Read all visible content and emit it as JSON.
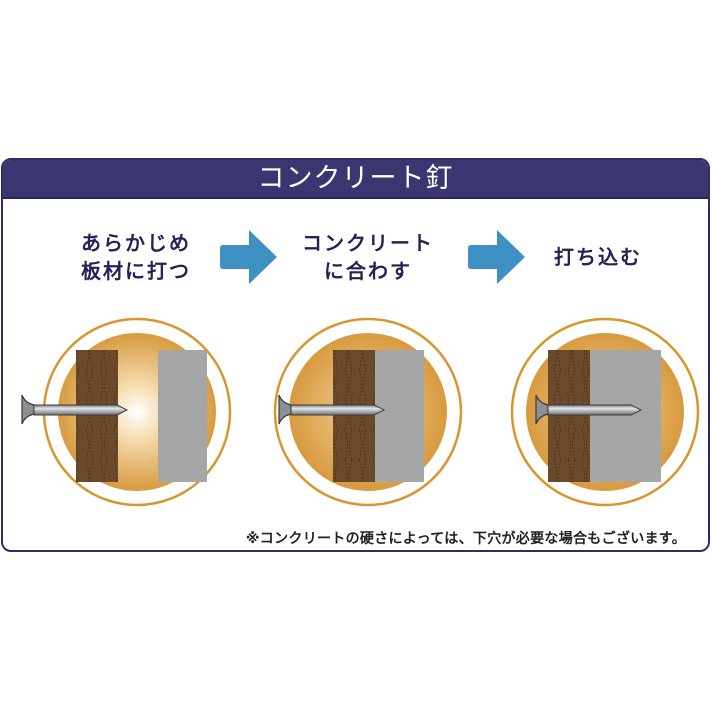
{
  "panel": {
    "title": "コンクリート釘",
    "colors": {
      "header_bg": "#3a3670",
      "border": "#2f2a6b",
      "label_text": "#262256",
      "arrow": "#3f90c3",
      "ring": "#d9962e",
      "wood": "#6b4a2b",
      "concrete": "#a4a6a8",
      "nail": "#b9bcbd"
    }
  },
  "steps": [
    {
      "line1": "あらかじめ",
      "line2": "板材に打つ",
      "illustration": "nail-through-wood-only"
    },
    {
      "line1": "コンクリート",
      "line2": "に合わす",
      "illustration": "wood-against-concrete"
    },
    {
      "line1": "打ち込む",
      "line2": "",
      "illustration": "nail-driven-into-concrete"
    }
  ],
  "arrows": [
    {
      "icon": "right-arrow-icon"
    },
    {
      "icon": "right-arrow-icon"
    }
  ],
  "note": "※コンクリートの硬さによっては、下穴が必要な場合もございます。"
}
